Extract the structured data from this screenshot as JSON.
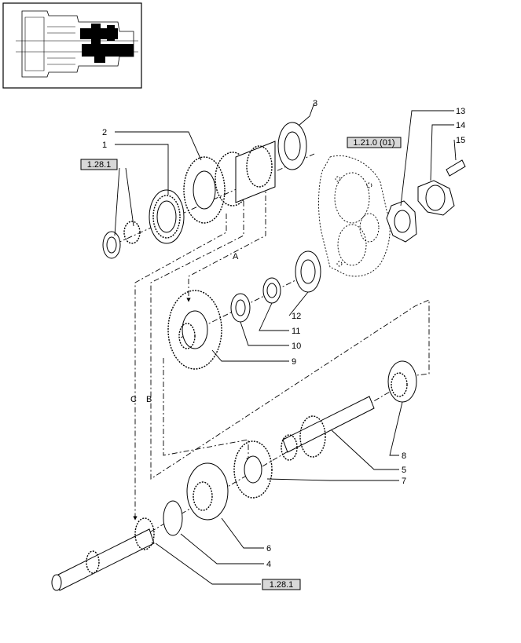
{
  "diagram": {
    "part_labels": [
      "1",
      "2",
      "3",
      "4",
      "5",
      "6",
      "7",
      "8",
      "9",
      "10",
      "11",
      "12",
      "13",
      "14",
      "15"
    ],
    "section_labels": {
      "a": "A",
      "b": "B",
      "c": "C"
    },
    "references": {
      "ref_top": "1.28.1",
      "ref_housing": "1.21.0 (01)",
      "ref_bottom": "1.28.1"
    }
  }
}
